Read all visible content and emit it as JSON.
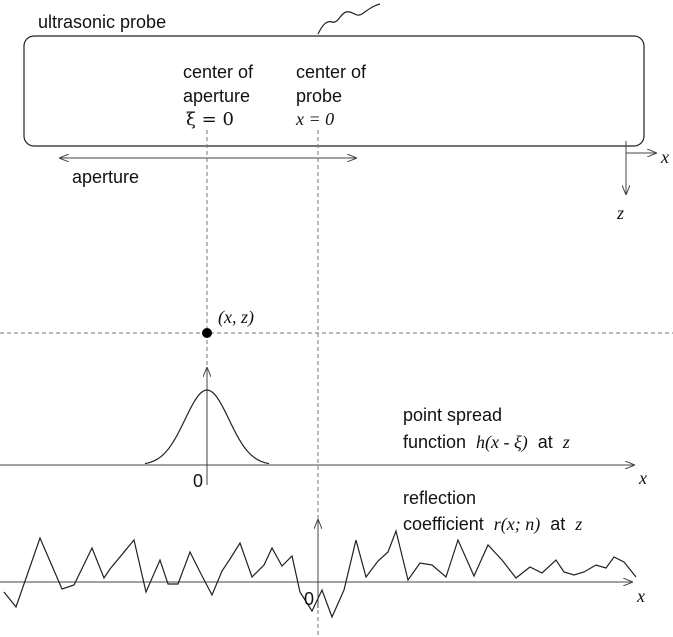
{
  "probe": {
    "title": "ultrasonic probe",
    "aperture_center_label_line1": "center of",
    "aperture_center_label_line2": "aperture",
    "aperture_center_eq": "ξ = 0",
    "probe_center_label_line1": "center of",
    "probe_center_label_line2": "probe",
    "probe_center_eq": "x = 0",
    "aperture_label": "aperture"
  },
  "coords": {
    "x_axis": "x",
    "z_axis": "z"
  },
  "point": {
    "label": "(x, z)"
  },
  "psf": {
    "label_line1": "point spread",
    "label_line2_prefix": "function",
    "label_line2_math": "h(x - ξ)",
    "label_line2_at": "at",
    "label_line2_z": "z",
    "zero": "0",
    "axis": "x"
  },
  "reflection": {
    "label_line1": "reflection",
    "label_line2_prefix": "coefficient",
    "label_line2_math": "r(x; n)",
    "label_line2_at": "at",
    "label_line2_z": "z",
    "zero": "0",
    "axis": "x"
  }
}
